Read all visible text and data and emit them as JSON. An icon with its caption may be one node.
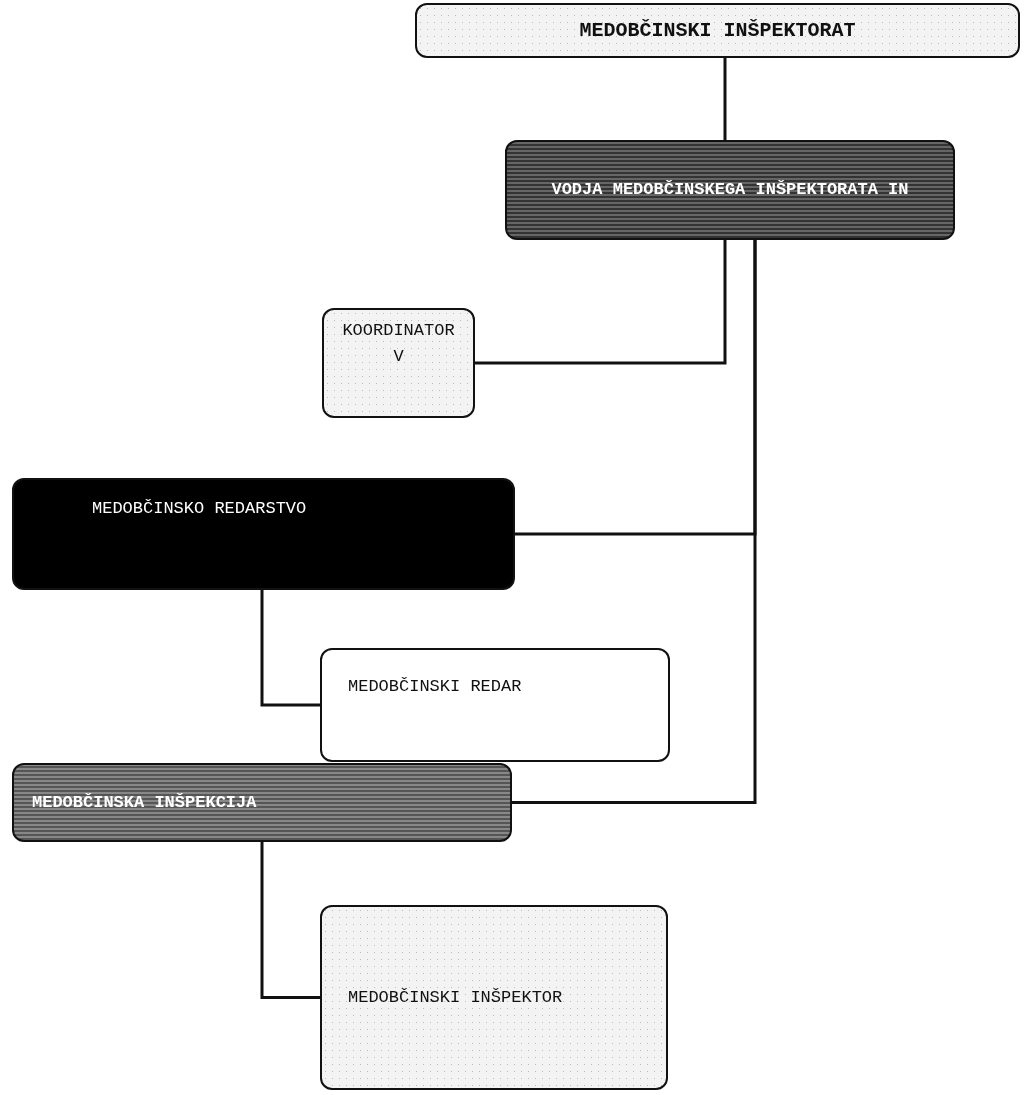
{
  "diagram": {
    "nodes": [
      {
        "text": [
          "MEDOBČINSKI INŠPEKTORAT"
        ]
      },
      {
        "text": [
          "VODJA MEDOBČINSKEGA INŠPEKTORATA IN"
        ]
      },
      {
        "text": [
          "KOORDINATOR V"
        ]
      },
      {
        "text": [
          "MEDOBČINSKO REDARSTVO"
        ]
      },
      {
        "text": [
          "MEDOBČINSKI REDAR"
        ]
      },
      {
        "text": [
          "MEDOBČINSKA INŠPEKCIJA"
        ]
      },
      {
        "text": [
          "MEDOBČINSKI INŠPEKTOR"
        ]
      }
    ],
    "edges": [
      {
        "from": 0,
        "to": 1,
        "arrow": "none"
      },
      {
        "from": 1,
        "to": 2,
        "arrow": "none"
      },
      {
        "from": 1,
        "to": 3,
        "arrow": "none"
      },
      {
        "from": 1,
        "to": 5,
        "arrow": "none"
      },
      {
        "from": 3,
        "to": 4,
        "arrow": "none"
      },
      {
        "from": 5,
        "to": 6,
        "arrow": "none"
      }
    ]
  }
}
